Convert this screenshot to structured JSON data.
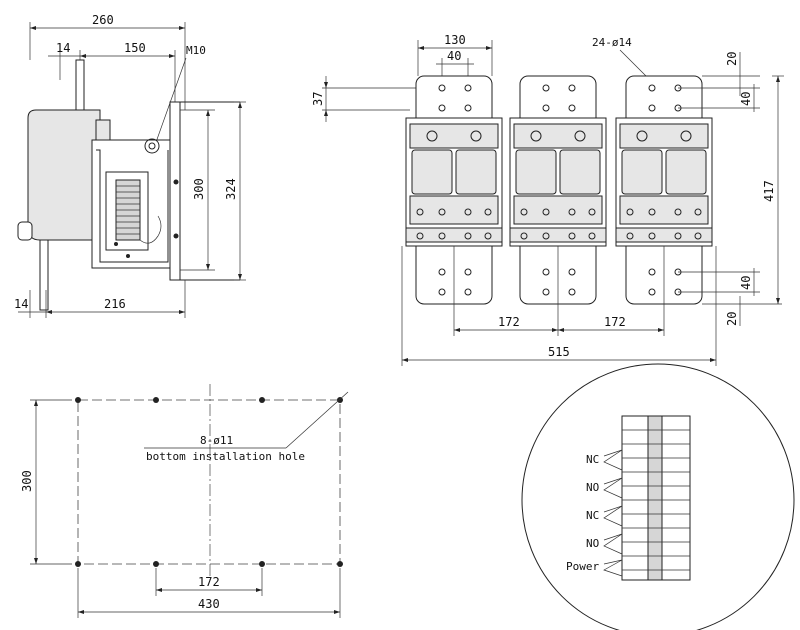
{
  "side_view": {
    "dim_width_total": "260",
    "dim_offset": "14",
    "dim_mid": "150",
    "bolt_label": "M10",
    "dim_height_inner": "300",
    "dim_height_outer": "324",
    "dim_bottom_offset": "14",
    "dim_bottom_width": "216"
  },
  "front_view": {
    "dim_plate_width": "130",
    "dim_hole_spacing": "40",
    "hole_label": "24-ø14",
    "dim_top_offset": "20",
    "dim_top_hole_spacing": "40",
    "dim_overall_height": "417",
    "dim_bottom_hole_spacing": "40",
    "dim_bottom_offset": "20",
    "dim_left_offset": "37",
    "dim_pitch_1": "172",
    "dim_pitch_2": "172",
    "dim_overall_width": "515"
  },
  "bottom_view": {
    "hole_callout": "8-ø11",
    "hole_desc": "bottom installation hole",
    "dim_height": "300",
    "dim_inner_width": "172",
    "dim_overall_width": "430"
  },
  "terminal_detail": {
    "labels": [
      "NC",
      "NO",
      "NC",
      "NO",
      "Power"
    ]
  }
}
